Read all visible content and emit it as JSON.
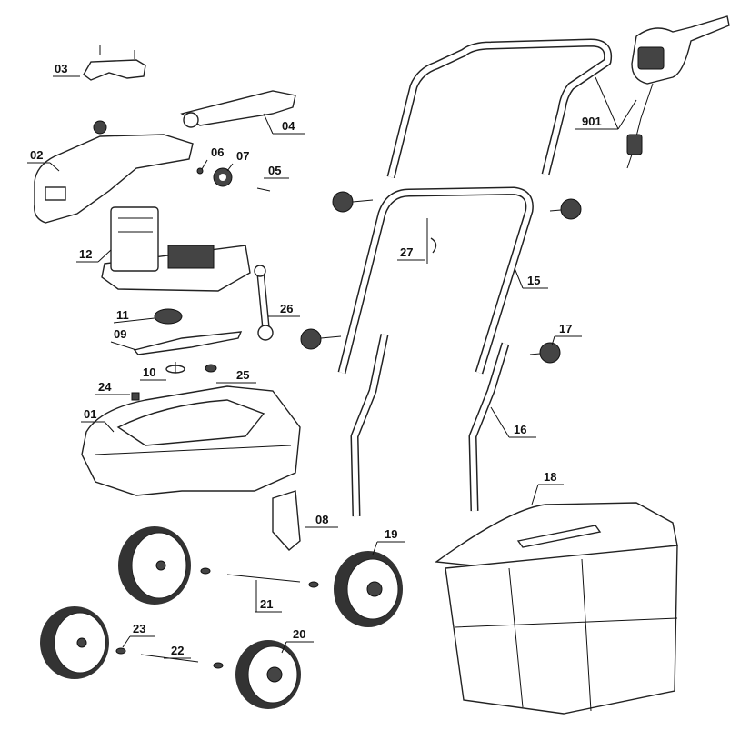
{
  "diagram": {
    "type": "exploded-parts-diagram",
    "part_labels": {
      "p01": "01",
      "p02": "02",
      "p03": "03",
      "p04": "04",
      "p05": "05",
      "p06": "06",
      "p07": "07",
      "p08": "08",
      "p09": "09",
      "p10": "10",
      "p11": "11",
      "p12": "12",
      "p15": "15",
      "p16": "16",
      "p17": "17",
      "p18": "18",
      "p19": "19",
      "p20": "20",
      "p21": "21",
      "p22": "22",
      "p23": "23",
      "p24": "24",
      "p25": "25",
      "p26": "26",
      "p27": "27",
      "p901": "901"
    }
  }
}
